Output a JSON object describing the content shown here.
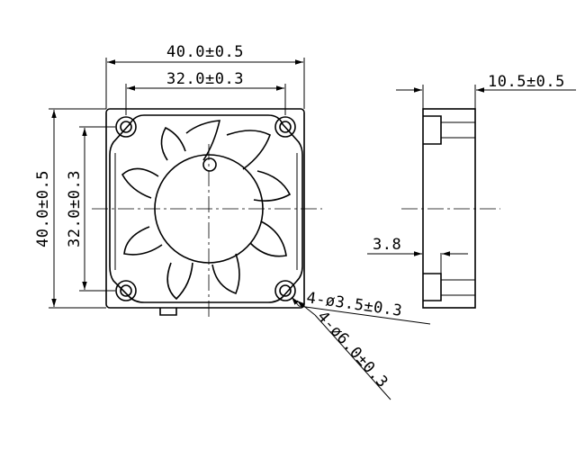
{
  "dimensions": {
    "overall_width": "40.0±0.5",
    "hole_pitch_width": "32.0±0.3",
    "overall_height": "40.0±0.5",
    "hole_pitch_height": "32.0±0.3",
    "thickness": "10.5±0.5",
    "flange_thickness": "3.8",
    "hole_diameter": "4-ø3.5±0.3",
    "boss_diameter": "4-ø6.0±0.3"
  }
}
